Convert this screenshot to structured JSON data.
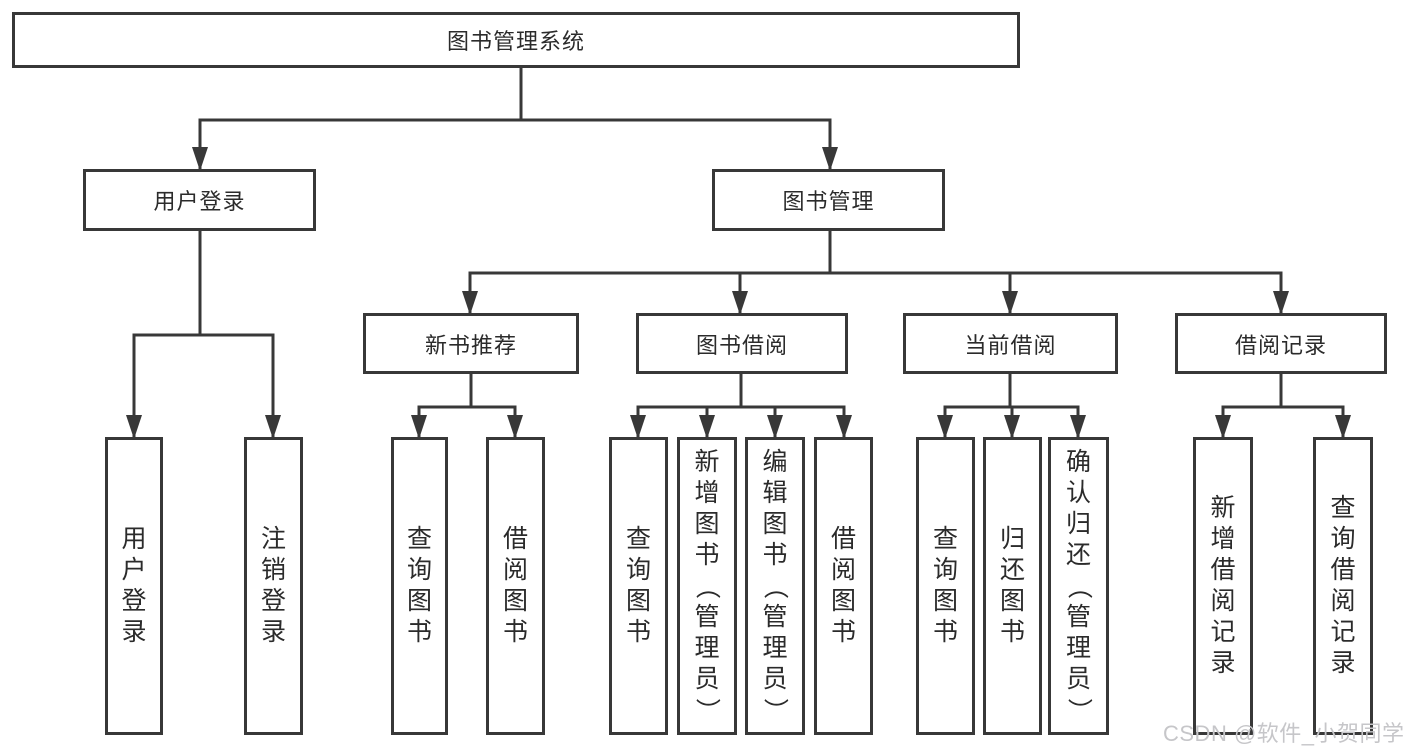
{
  "tree": {
    "label": "图书管理系统",
    "children": [
      {
        "label": "用户登录",
        "children": [
          {
            "label": "用户登录"
          },
          {
            "label": "注销登录"
          }
        ]
      },
      {
        "label": "图书管理",
        "children": [
          {
            "label": "新书推荐",
            "children": [
              {
                "label": "查询图书"
              },
              {
                "label": "借阅图书"
              }
            ]
          },
          {
            "label": "图书借阅",
            "children": [
              {
                "label": "查询图书"
              },
              {
                "label": "新增图书（管理员）"
              },
              {
                "label": "编辑图书（管理员）"
              },
              {
                "label": "借阅图书"
              }
            ]
          },
          {
            "label": "当前借阅",
            "children": [
              {
                "label": "查询图书"
              },
              {
                "label": "归还图书"
              },
              {
                "label": "确认归还（管理员）"
              }
            ]
          },
          {
            "label": "借阅记录",
            "children": [
              {
                "label": "新增借阅记录"
              },
              {
                "label": "查询借阅记录"
              }
            ]
          }
        ]
      }
    ]
  },
  "watermark": "CSDN @软件_小贺同学",
  "colors": {
    "line": "#383838",
    "text": "#2b2b2b",
    "watermark": "#c6c6c9",
    "background": "#ffffff"
  }
}
